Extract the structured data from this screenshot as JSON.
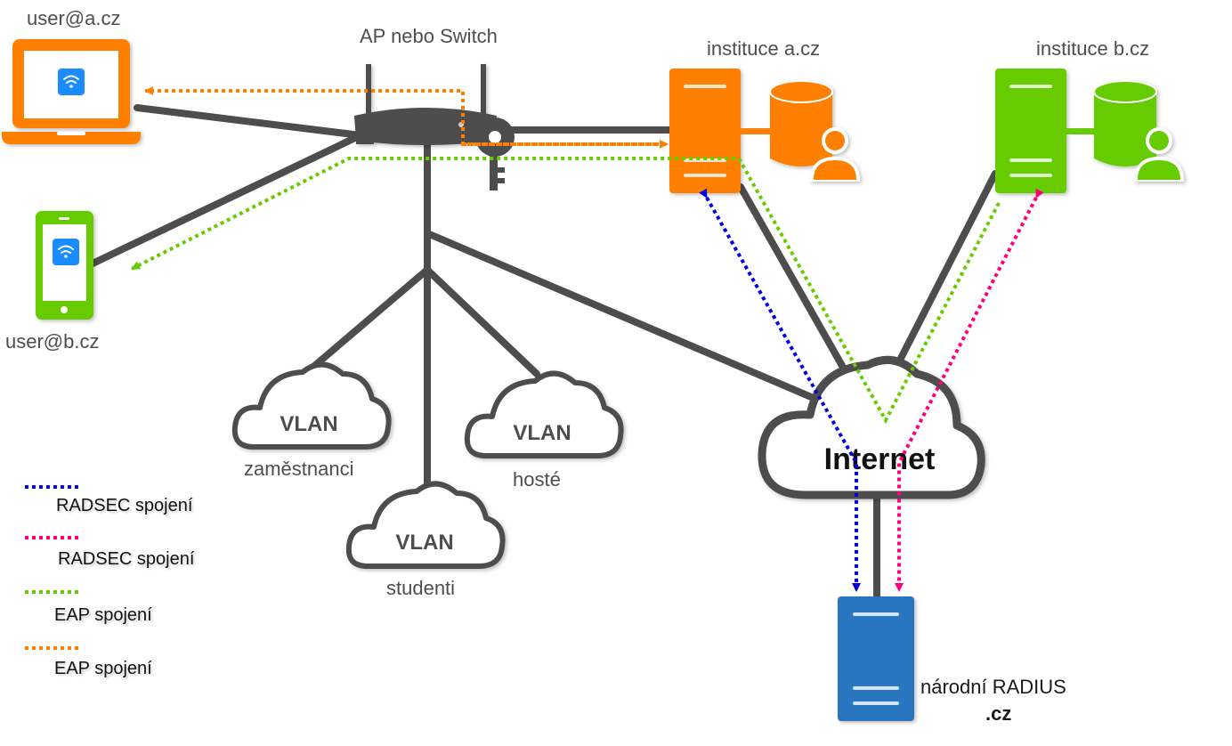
{
  "labels": {
    "user_a": "user@a.cz",
    "user_b": "user@b.cz",
    "ap": "AP nebo Switch",
    "inst_a": "instituce a.cz",
    "inst_b": "instituce b.cz",
    "internet": "Internet",
    "radius_line1": "národní RADIUS",
    "radius_line2": ".cz"
  },
  "vlans": [
    {
      "label": "VLAN",
      "name": "zaměstnanci"
    },
    {
      "label": "VLAN",
      "name": "studenti"
    },
    {
      "label": "VLAN",
      "name": "hosté"
    }
  ],
  "legend": [
    {
      "text": "RADSEC spojení",
      "color": "#0000dd"
    },
    {
      "text": "RADSEC spojení",
      "color": "#ff0080"
    },
    {
      "text": "EAP spojení",
      "color": "#66cc00"
    },
    {
      "text": "EAP spojení",
      "color": "#ff8000"
    }
  ],
  "colors": {
    "orange": "#ff8000",
    "green": "#66cc00",
    "blue_server": "#2a75c0",
    "line_grey": "#4d4d4d",
    "radsec_blue": "#0000dd",
    "radsec_pink": "#ff0080",
    "wifi_blue": "#1a8cff"
  },
  "icons": [
    "laptop-icon",
    "phone-icon",
    "wifi-icon",
    "router-icon",
    "key-icon",
    "server-icon",
    "database-user-icon",
    "cloud-icon"
  ]
}
